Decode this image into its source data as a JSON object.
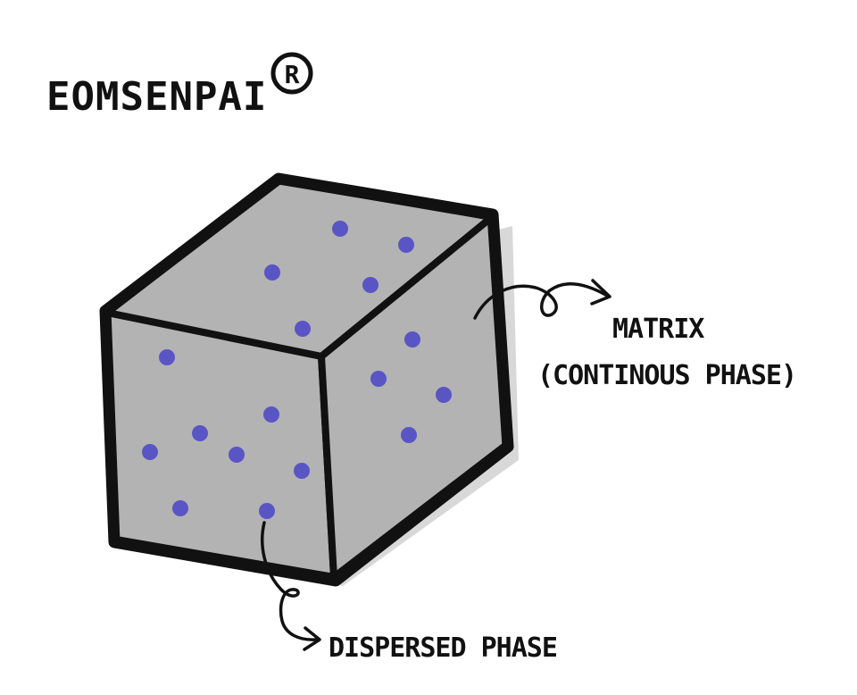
{
  "brand": {
    "name": "EOMSENPAI",
    "mark": "R"
  },
  "labels": {
    "matrix_line1": "MATRIX",
    "matrix_line2": "(CONTINOUS PHASE)",
    "dispersed": "DISPERSED PHASE"
  },
  "colors": {
    "face_fill": "#b3b3b3",
    "outline": "#111111",
    "particle": "#5a55c4",
    "background": "#ffffff"
  },
  "icons": {
    "registered_mark": "registered-trademark-icon",
    "matrix_arrow": "curly-arrow-right-icon",
    "dispersed_arrow": "curly-arrow-down-right-icon"
  }
}
